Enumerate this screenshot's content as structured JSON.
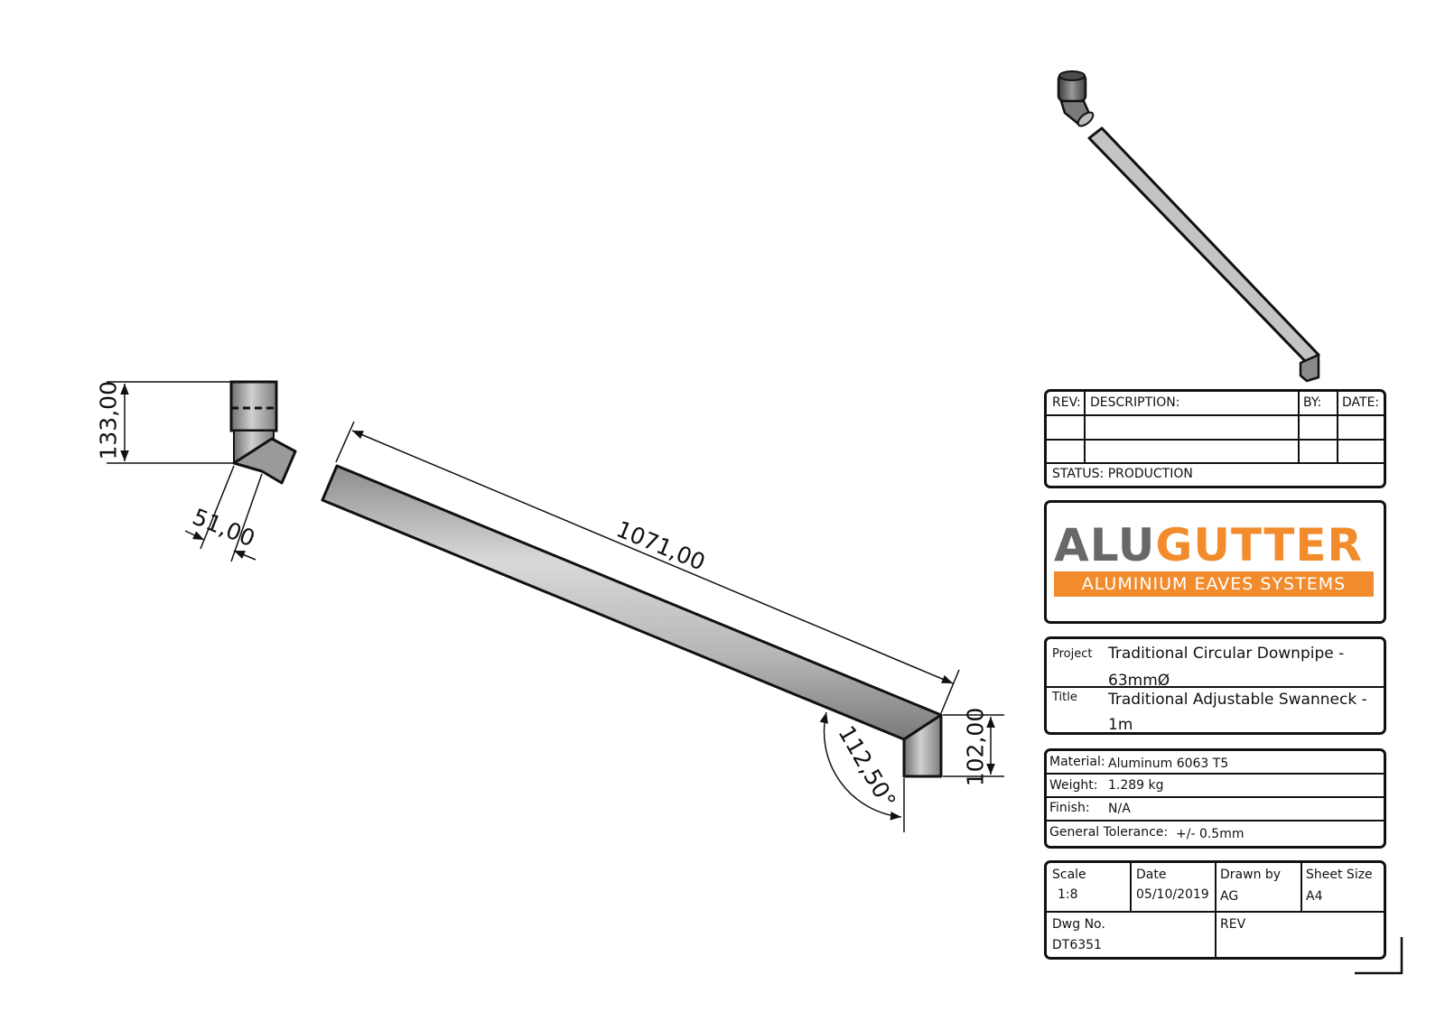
{
  "drawing": {
    "dimensions": {
      "elbow_height": "133,00",
      "elbow_offset": "51,00",
      "pipe_length": "1071,00",
      "shoe_height": "102,00",
      "angle": "112,50°"
    }
  },
  "revision_block": {
    "headers": {
      "rev": "REV:",
      "description": "DESCRIPTION:",
      "by": "BY:",
      "date": "DATE:"
    },
    "rows": [
      {
        "rev": "",
        "description": "",
        "by": "",
        "date": ""
      },
      {
        "rev": "",
        "description": "",
        "by": "",
        "date": ""
      }
    ],
    "status": "STATUS: PRODUCTION"
  },
  "logo": {
    "word_grey": "ALU",
    "word_orange": "GUTTER",
    "tagline": "ALUMINIUM EAVES SYSTEMS",
    "colors": {
      "grey": "#666869",
      "orange": "#f28b2c"
    }
  },
  "project_block": {
    "project_label": "Project",
    "project_value_line1": "Traditional Circular Downpipe -",
    "project_value_line2": "63mmØ",
    "title_label": "Title",
    "title_value_line1": "Traditional Adjustable Swanneck -",
    "title_value_line2": "1m"
  },
  "spec_block": {
    "material_label": "Material:",
    "material_value": "Aluminum 6063 T5",
    "weight_label": "Weight:",
    "weight_value": "1.289 kg",
    "finish_label": "Finish:",
    "finish_value": "N/A",
    "tolerance_label": "General Tolerance:",
    "tolerance_value": "+/- 0.5mm"
  },
  "info_block": {
    "scale_label": "Scale",
    "scale_value": "1:8",
    "date_label": "Date",
    "date_value": "05/10/2019",
    "drawn_by_label": "Drawn by",
    "drawn_by_value": "AG",
    "sheet_size_label": "Sheet Size",
    "sheet_size_value": "A4",
    "dwg_no_label": "Dwg No.",
    "dwg_no_value": "DT6351",
    "rev_label": "REV",
    "rev_value": ""
  }
}
